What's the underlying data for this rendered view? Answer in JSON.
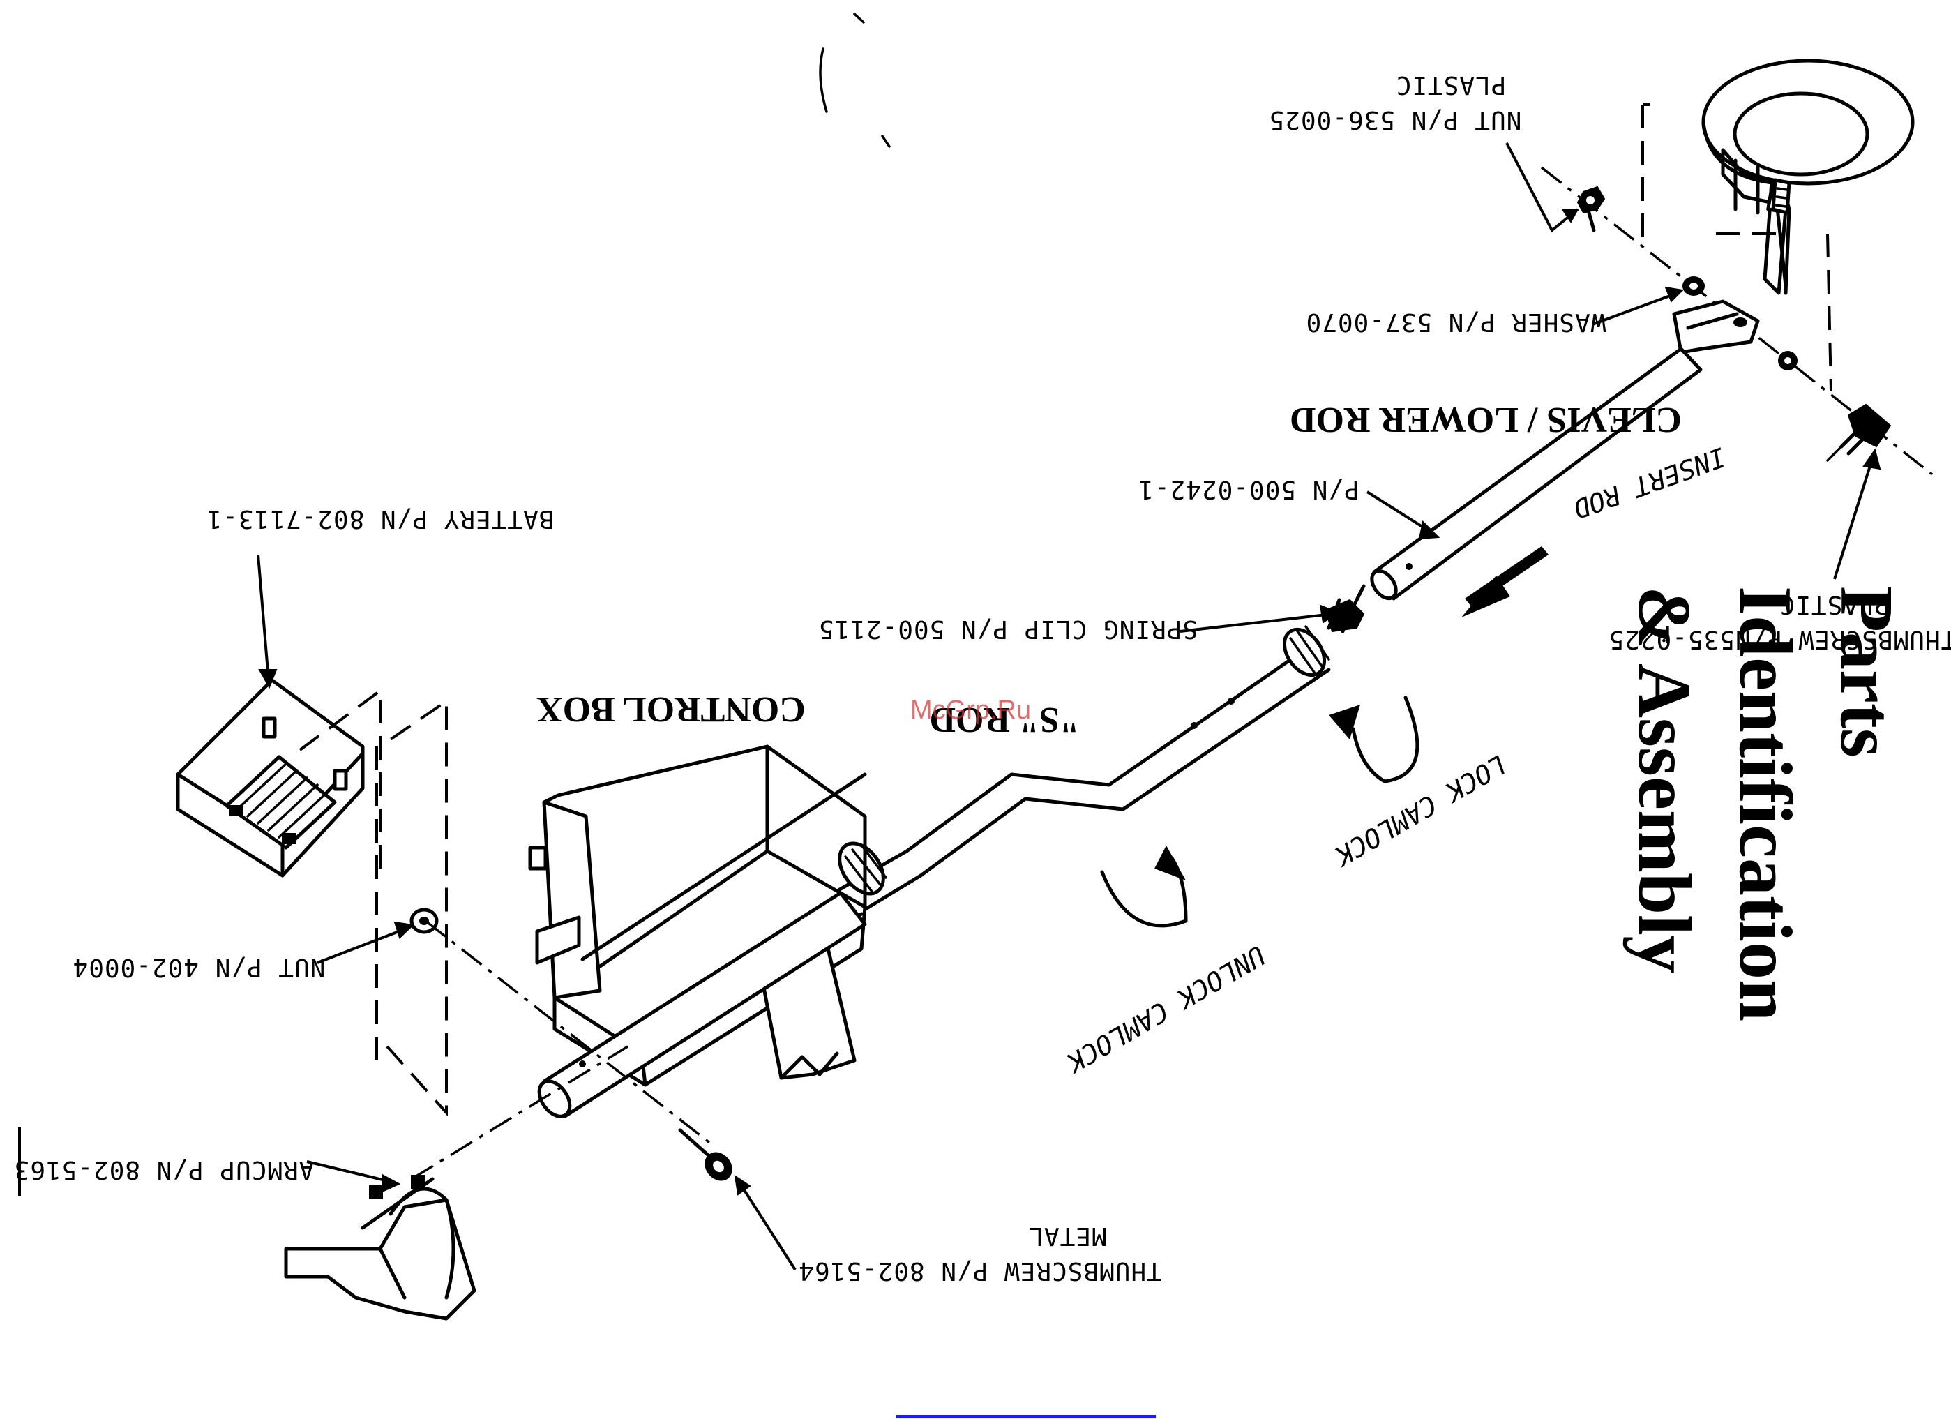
{
  "title": {
    "line1": "Parts",
    "line2": "Identification",
    "line3": "& Assembly"
  },
  "labels": {
    "nut_536": "NUT P/N 536-0025",
    "nut_536_material": "PLASTIC",
    "washer": "WASHER P/N 537-0070",
    "clevis": "CLEVIS / LOWER ROD",
    "insert_rod": "INSERT ROD",
    "thumbscrew_535": "THUMBSCREW P/N535-0225",
    "thumbscrew_535_material": "PLASTIC",
    "lower_rod_pn": "P/N 500-0242-1",
    "spring_clip": "SPRING CLIP P/N 500-2115",
    "s_rod": "\"S\" ROD",
    "control_box": "CONTROL BOX",
    "battery": "BATTERY P/N 802-7113-1",
    "lock_camlock": "LOCK CAMLOCK",
    "unlock_camlock": "UNLOCK CAMLOCK",
    "nut_402": "NUT P/N 402-0004",
    "armcup": "ARMCUP P/N 802-5163",
    "thumbscrew_802": "THUMBSCREW P/N 802-5164",
    "thumbscrew_802_material": "METAL"
  },
  "watermark": "McGrp.Ru",
  "colors": {
    "ink": "#000000",
    "paper": "#ffffff",
    "watermark": "#cc3333",
    "bottom_rule": "#1a1aff"
  }
}
